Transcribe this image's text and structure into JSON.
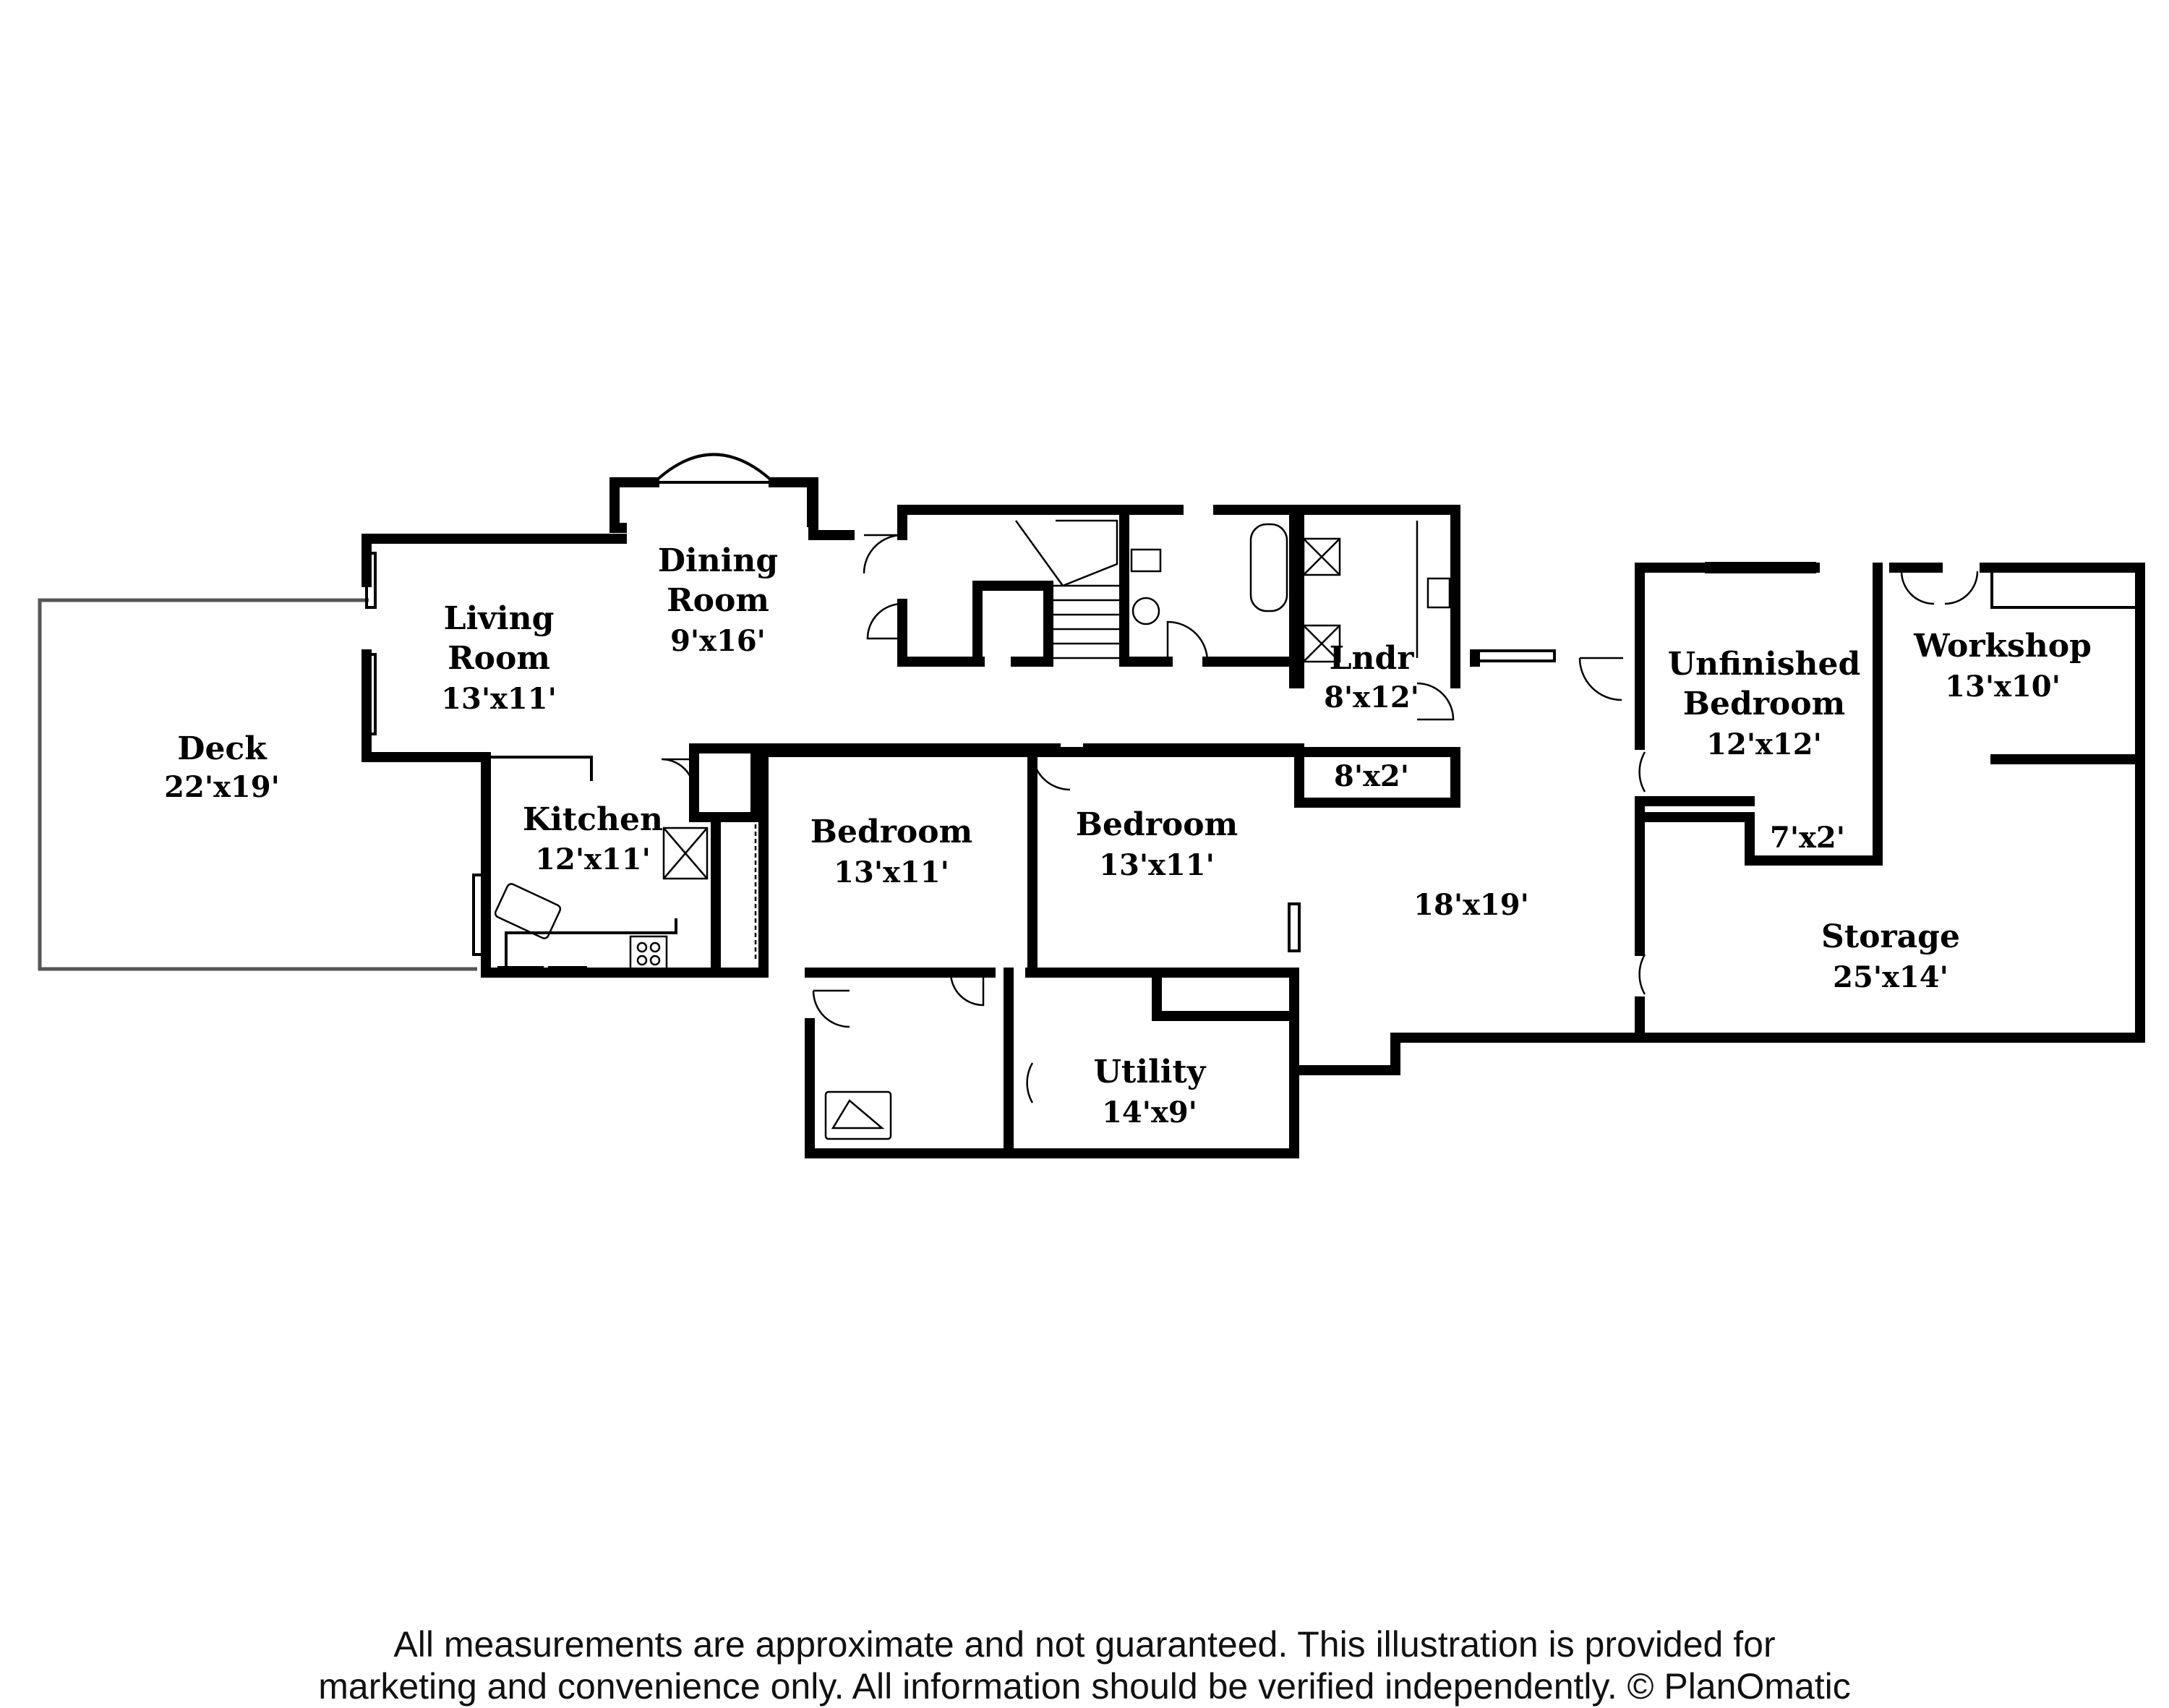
{
  "rooms": {
    "deck": {
      "name": "Deck",
      "dim": "22'x19'"
    },
    "living": {
      "name_l1": "Living",
      "name_l2": "Room",
      "dim": "13'x11'"
    },
    "dining": {
      "name_l1": "Dining",
      "name_l2": "Room",
      "dim": "9'x16'"
    },
    "kitchen": {
      "name": "Kitchen",
      "dim": "12'x11'"
    },
    "bedroom1": {
      "name": "Bedroom",
      "dim": "13'x11'"
    },
    "bedroom2": {
      "name": "Bedroom",
      "dim": "13'x11'"
    },
    "laundry": {
      "name": "Lndr",
      "dim": "8'x12'"
    },
    "closet_8x2": {
      "dim": "8'x2'"
    },
    "utility": {
      "name": "Utility",
      "dim": "14'x9'"
    },
    "open_room": {
      "dim": "18'x19'"
    },
    "unfinished_bedroom": {
      "name_l1": "Unfinished",
      "name_l2": "Bedroom",
      "dim": "12'x12'"
    },
    "closet_7x2": {
      "dim": "7'x2'"
    },
    "workshop": {
      "name": "Workshop",
      "dim": "13'x10'"
    },
    "storage": {
      "name": "Storage",
      "dim": "25'x14'"
    }
  },
  "disclaimer": {
    "line1": "All measurements are approximate and not guaranteed. This illustration is provided for",
    "line2": "marketing and convenience only. All information should be verified independently. © PlanOmatic"
  },
  "colors": {
    "wall": "#000000",
    "deck_outline": "#555555",
    "background": "#ffffff"
  }
}
